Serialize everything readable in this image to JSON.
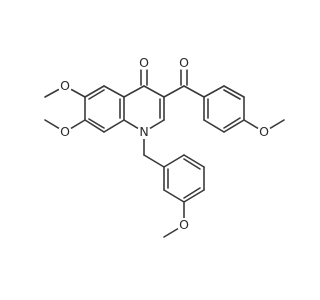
{
  "molecule": {
    "atoms": {
      "o_ketone": "O",
      "o_carbonyl": "O",
      "o_methoxy_6": "O",
      "o_methoxy_7": "O",
      "o_methoxy_anisoyl": "O",
      "o_methoxy_benzyl": "O",
      "n_ring": "N"
    }
  }
}
